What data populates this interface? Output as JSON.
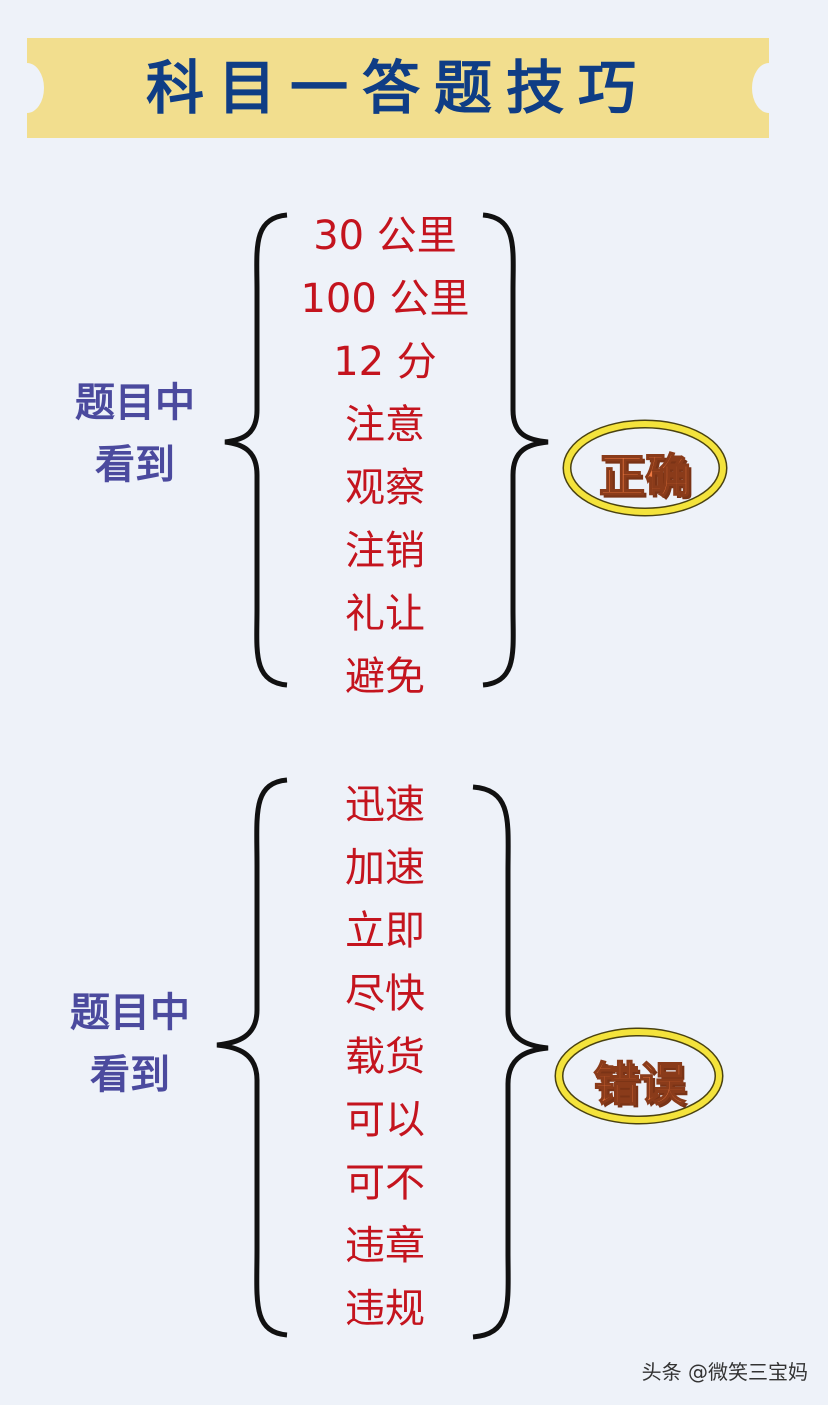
{
  "title": "科目一答题技巧",
  "sections": [
    {
      "label_line1": "题目中",
      "label_line2": "看到",
      "items": [
        "30 公里",
        "100 公里",
        "12 分",
        "注意",
        "观察",
        "注销",
        "礼让",
        "避免"
      ],
      "verdict": "正确"
    },
    {
      "label_line1": "题目中",
      "label_line2": "看到",
      "items": [
        "迅速",
        "加速",
        "立即",
        "尽快",
        "载货",
        "可以",
        "可不",
        "违章",
        "违规"
      ],
      "verdict": "错误"
    }
  ],
  "watermark": "头条 @微笑三宝妈",
  "colors": {
    "banner": "#f2de8e",
    "title": "#0f3d85",
    "label": "#4b4a9e",
    "items": "#c4141e",
    "verdict": "#f07a42",
    "ring": "#f4e33c"
  }
}
